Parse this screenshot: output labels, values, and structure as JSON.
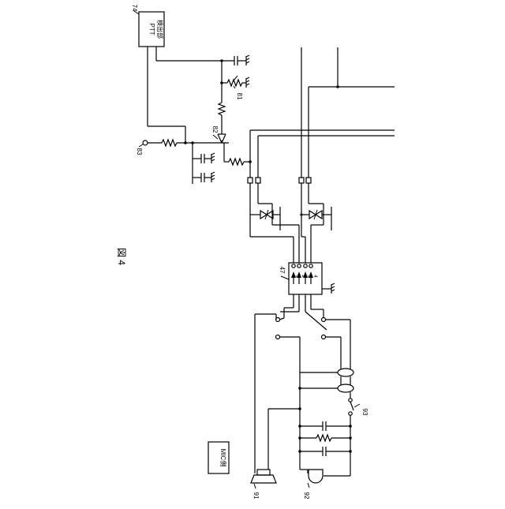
{
  "figure": {
    "label": "図 4"
  },
  "blocks": {
    "ptt_detector": {
      "line1": "PTT",
      "line2": "検出部",
      "ref": "74"
    },
    "mic_side": {
      "label": "MIC側"
    },
    "connector": {
      "ref": "47",
      "pins": [
        "1",
        "2",
        "3",
        "4"
      ]
    }
  },
  "refs": {
    "r81": "81",
    "r82": "82",
    "r83": "83",
    "r91": "91",
    "r92": "92",
    "r93": "93"
  }
}
